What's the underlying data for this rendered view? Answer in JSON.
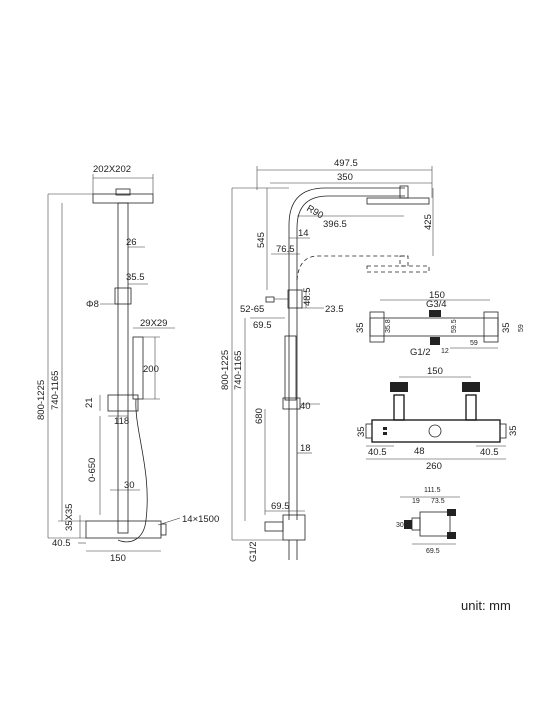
{
  "unit_label": "unit: mm",
  "front_view": {
    "head_size": "202X202",
    "dim_26": "26",
    "dim_35_5": "35.5",
    "dim_d8": "Φ8",
    "handshower_section": "29X29",
    "handshower_length": "200",
    "dim_21": "21",
    "dim_118": "118",
    "slide_range": "0-650",
    "dim_30": "30",
    "mixer_section": "35X35",
    "dim_40_5": "40.5",
    "dim_150": "150",
    "hose": "14×1500",
    "total_height": "800-1225",
    "rail_height": "740-1165"
  },
  "side_view": {
    "dim_497_5": "497.5",
    "dim_350": "350",
    "dim_r90": "R90",
    "dim_396_5": "396.5",
    "dim_425": "425",
    "dim_545": "545",
    "dim_14": "14",
    "dim_76_5": "76.5",
    "dim_48_5": "48.5",
    "dim_52_65": "52-65",
    "dim_23_5": "23.5",
    "dim_69_5_top": "69.5",
    "dim_40": "40",
    "dim_680": "680",
    "dim_18": "18",
    "dim_69_5_bottom": "69.5",
    "thread": "G1/2",
    "total_height": "800-1225",
    "rail_height": "740-1165"
  },
  "diverter_detail": {
    "dim_150": "150",
    "thread_top": "G3/4",
    "dim_35_left": "35",
    "dim_35_8": "35.8",
    "dim_59_5": "59.5",
    "dim_35_right": "35",
    "dim_59_right": "59",
    "dim_59_bottom": "59",
    "thread_bottom": "G1/2",
    "dim_12": "12"
  },
  "mixer_detail": {
    "dim_150": "150",
    "dim_35": "35",
    "dim_48": "48",
    "dim_35_right": "35",
    "dim_40_5_left": "40.5",
    "dim_40_5_right": "40.5",
    "dim_260": "260"
  },
  "elbow_detail": {
    "dim_111_5": "111.5",
    "dim_19": "19",
    "dim_73_5": "73.5",
    "dim_30": "30",
    "dim_69_5": "69.5"
  }
}
